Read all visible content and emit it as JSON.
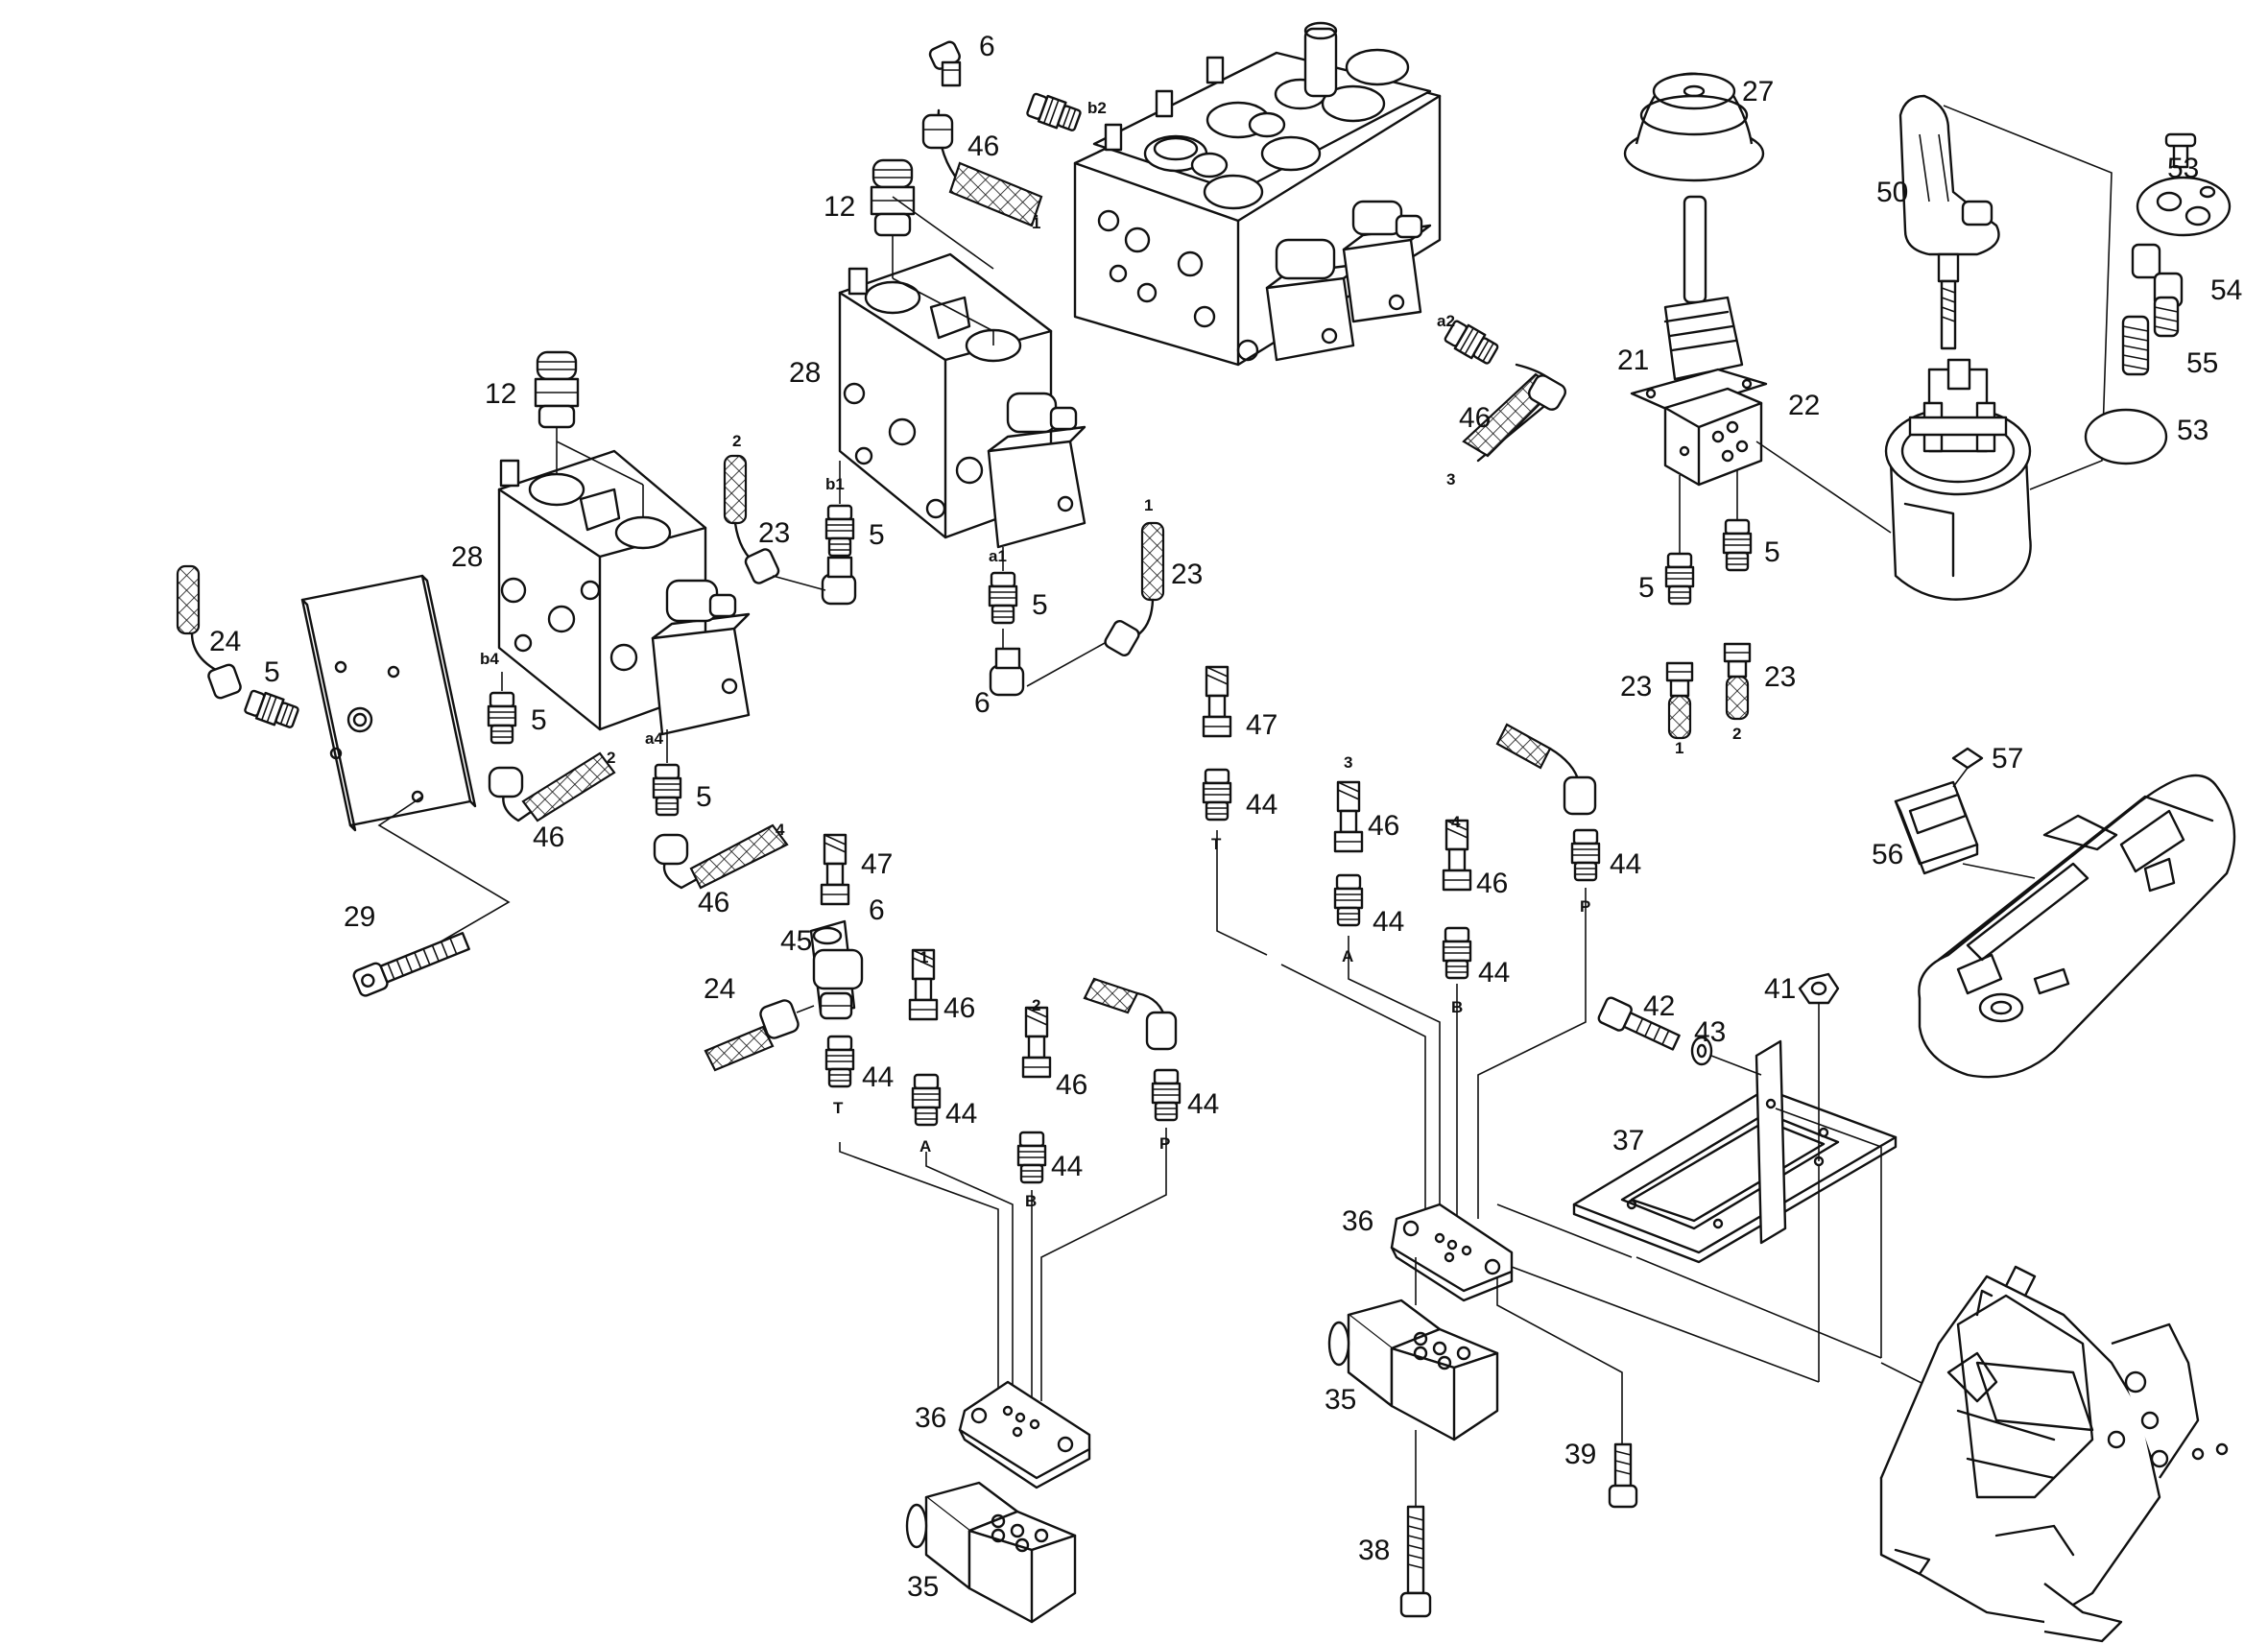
{
  "parts": [
    {
      "id": "p6a",
      "text": "6"
    },
    {
      "id": "p6b",
      "text": "6"
    },
    {
      "id": "p6c",
      "text": "6"
    },
    {
      "id": "p46a",
      "text": "46"
    },
    {
      "id": "p46b",
      "text": "46"
    },
    {
      "id": "p46c",
      "text": "46"
    },
    {
      "id": "p46d",
      "text": "46"
    },
    {
      "id": "p46e",
      "text": "46"
    },
    {
      "id": "p46f",
      "text": "46"
    },
    {
      "id": "p46g",
      "text": "46"
    },
    {
      "id": "p46h",
      "text": "46"
    },
    {
      "id": "p12a",
      "text": "12"
    },
    {
      "id": "p12b",
      "text": "12"
    },
    {
      "id": "p28a",
      "text": "28"
    },
    {
      "id": "p28b",
      "text": "28"
    },
    {
      "id": "p5a",
      "text": "5"
    },
    {
      "id": "p5b",
      "text": "5"
    },
    {
      "id": "p5c",
      "text": "5"
    },
    {
      "id": "p5d",
      "text": "5"
    },
    {
      "id": "p5e",
      "text": "5"
    },
    {
      "id": "p5f",
      "text": "5"
    },
    {
      "id": "p5g",
      "text": "5"
    },
    {
      "id": "p23a",
      "text": "23"
    },
    {
      "id": "p23b",
      "text": "23"
    },
    {
      "id": "p23c",
      "text": "23"
    },
    {
      "id": "p23d",
      "text": "23"
    },
    {
      "id": "p24a",
      "text": "24"
    },
    {
      "id": "p24b",
      "text": "24"
    },
    {
      "id": "p29",
      "text": "29"
    },
    {
      "id": "p27",
      "text": "27"
    },
    {
      "id": "p50",
      "text": "50"
    },
    {
      "id": "p53a",
      "text": "53"
    },
    {
      "id": "p53b",
      "text": "53"
    },
    {
      "id": "p54",
      "text": "54"
    },
    {
      "id": "p55",
      "text": "55"
    },
    {
      "id": "p21",
      "text": "21"
    },
    {
      "id": "p22",
      "text": "22"
    },
    {
      "id": "p47a",
      "text": "47"
    },
    {
      "id": "p47b",
      "text": "47"
    },
    {
      "id": "p44a",
      "text": "44"
    },
    {
      "id": "p44b",
      "text": "44"
    },
    {
      "id": "p44c",
      "text": "44"
    },
    {
      "id": "p44d",
      "text": "44"
    },
    {
      "id": "p44e",
      "text": "44"
    },
    {
      "id": "p44f",
      "text": "44"
    },
    {
      "id": "p44g",
      "text": "44"
    },
    {
      "id": "p44h",
      "text": "44"
    },
    {
      "id": "p45",
      "text": "45"
    },
    {
      "id": "p57",
      "text": "57"
    },
    {
      "id": "p56",
      "text": "56"
    },
    {
      "id": "p42",
      "text": "42"
    },
    {
      "id": "p43",
      "text": "43"
    },
    {
      "id": "p41",
      "text": "41"
    },
    {
      "id": "p37",
      "text": "37"
    },
    {
      "id": "p36a",
      "text": "36"
    },
    {
      "id": "p36b",
      "text": "36"
    },
    {
      "id": "p35a",
      "text": "35"
    },
    {
      "id": "p35b",
      "text": "35"
    },
    {
      "id": "p39",
      "text": "39"
    },
    {
      "id": "p38",
      "text": "38"
    }
  ],
  "ports": {
    "b2": "b2",
    "a2": "a2",
    "b1": "b1",
    "a1": "a1",
    "b4": "b4",
    "a4": "a4",
    "T1": "T",
    "A1": "A",
    "B1": "B",
    "P1": "P",
    "T2": "T",
    "A2": "A",
    "B2": "B",
    "P2": "P"
  },
  "hose_marks": {
    "h1a": "1",
    "h1b": "1",
    "h1c": "1",
    "h1d": "1",
    "h2a": "2",
    "h2b": "2",
    "h2c": "2",
    "h2d": "2",
    "h3a": "3",
    "h3b": "3",
    "h4a": "4",
    "h4b": "4"
  }
}
